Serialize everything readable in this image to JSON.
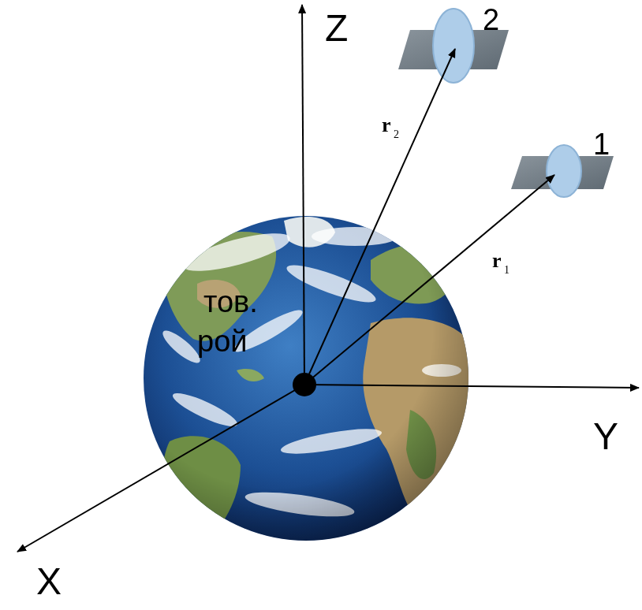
{
  "diagram": {
    "labels": [
      "Z",
      "2",
      "r",
      "2",
      "1",
      "r",
      "1",
      "тов.",
      "рой",
      "Y",
      "X"
    ]
  }
}
